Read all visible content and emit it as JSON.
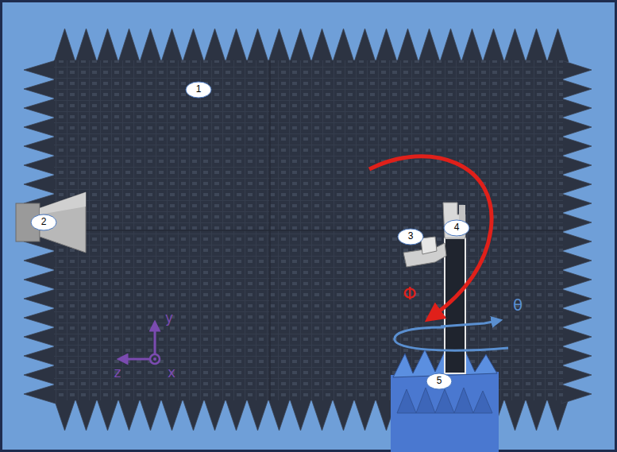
{
  "diagram": {
    "nodes": [
      {
        "text": [
          "1"
        ]
      },
      {
        "text": [
          "2"
        ]
      },
      {
        "text": [
          "3"
        ]
      },
      {
        "text": [
          "4"
        ]
      },
      {
        "text": [
          "5"
        ]
      }
    ],
    "labels": [
      "Φ",
      "θ",
      "y",
      "z",
      "x"
    ]
  }
}
